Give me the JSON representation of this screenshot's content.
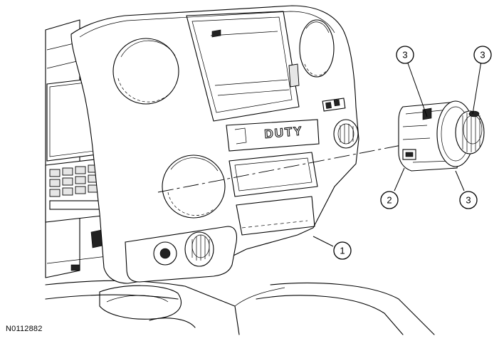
{
  "figure_id": "N0112882",
  "badge_text": "DUTY",
  "callouts": [
    {
      "id": "callout-1",
      "label": "1"
    },
    {
      "id": "callout-2",
      "label": "2"
    },
    {
      "id": "callout-3a",
      "label": "3"
    },
    {
      "id": "callout-3b",
      "label": "3"
    },
    {
      "id": "callout-3c",
      "label": "3"
    }
  ]
}
